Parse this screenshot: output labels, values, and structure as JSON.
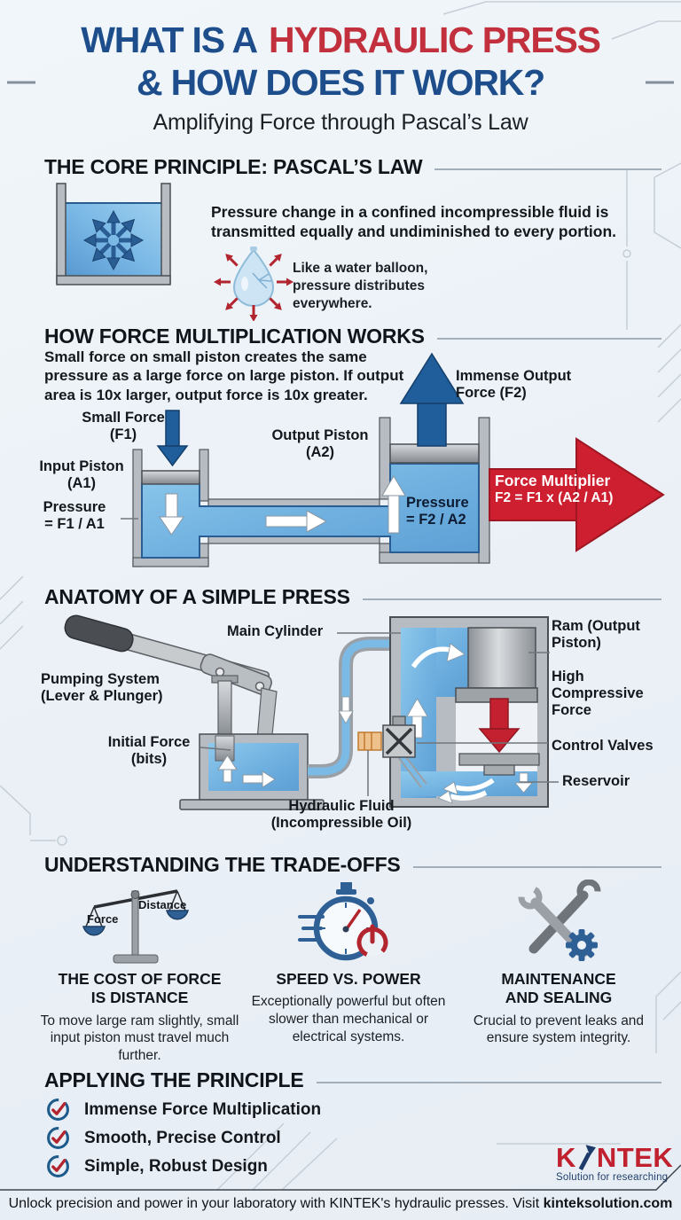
{
  "header": {
    "title_blue1": "WHAT IS A",
    "title_red": "HYDRAULIC PRESS",
    "title_line2": "& HOW DOES IT WORK?",
    "subtitle": "Amplifying Force through Pascal’s Law"
  },
  "colors": {
    "accent_blue": "#1d4e8b",
    "accent_red": "#c1303c",
    "fluid_blue": "#7cbae6",
    "metal_gray": "#b7bcc2"
  },
  "principle": {
    "heading": "THE CORE PRINCIPLE: PASCAL’S LAW",
    "body": "Pressure change in a confined incompressible fluid is transmitted equally and undiminished to every portion.",
    "balloon_caption": "Like a water balloon, pressure distributes everywhere."
  },
  "multiplication": {
    "heading": "HOW FORCE MULTIPLICATION WORKS",
    "intro_regular": "Small force on small piston creates the same pressure as a large force on large piston. ",
    "intro_bold": "If output area is 10x larger, output force is 10x greater.",
    "labels": {
      "small_force": "Small Force (F1)",
      "input_piston": "Input Piston (A1)",
      "pressure_input": [
        "Pressure",
        "= F1 / A1"
      ],
      "output_piston": "Output Piston (A2)",
      "immense_output": "Immense Output Force (F2)",
      "pressure_output": [
        "Pressure",
        "= F2 / A2"
      ],
      "multiplier_title": "Force Multiplier",
      "multiplier_formula": "F2 = F1 x (A2 / A1)"
    }
  },
  "anatomy": {
    "heading": "ANATOMY OF A SIMPLE PRESS",
    "labels": {
      "main_cylinder": "Main Cylinder",
      "ram": "Ram (Output Piston)",
      "pumping": "Pumping System (Lever & Plunger)",
      "initial_force": "Initial Force (bits)",
      "high_force": "High Compressive Force",
      "control_valves": "Control Valves",
      "reservoir": "Reservoir",
      "hydraulic_fluid": "Hydraulic Fluid (Incompressible Oil)"
    }
  },
  "tradeoffs": {
    "heading": "UNDERSTANDING THE TRADE-OFFS",
    "scale_force": "Force",
    "scale_distance": "Distance",
    "items": [
      {
        "title": "THE COST OF FORCE IS DISTANCE",
        "body": "To move large ram slightly, small input piston must travel much further."
      },
      {
        "title": "SPEED VS. POWER",
        "body": "Exceptionally powerful but often slower than mechanical or electrical systems."
      },
      {
        "title": "MAINTENANCE AND SEALING",
        "body": "Crucial to prevent leaks and ensure system integrity."
      }
    ]
  },
  "applying": {
    "heading": "APPLYING THE PRINCIPLE",
    "items": [
      "Immense Force Multiplication",
      "Smooth, Precise Control",
      "Simple, Robust Design"
    ]
  },
  "branding": {
    "logo_k": "K",
    "logo_rest": "NTEK",
    "tagline": "Solution for researching"
  },
  "footer": {
    "text": "Unlock precision and power in your laboratory with KINTEK's hydraulic presses. Visit ",
    "link": "kinteksolution.com"
  }
}
